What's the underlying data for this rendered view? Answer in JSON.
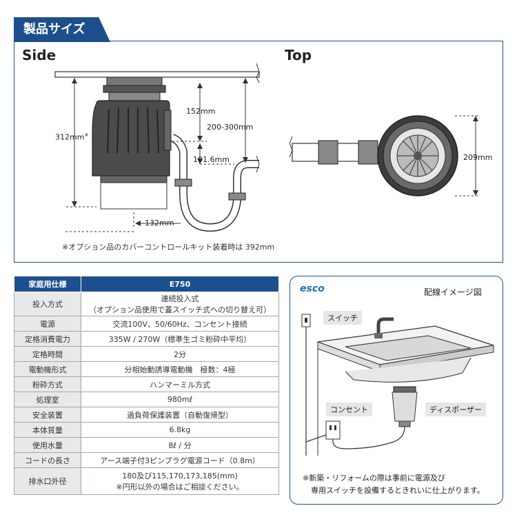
{
  "header": {
    "title": "製品サイズ"
  },
  "diagram": {
    "side_label": "Side",
    "top_label": "Top",
    "dims": {
      "height_312": "312mm",
      "height_312_mark": "※",
      "d_152": "152mm",
      "d_200_300": "200-300mm",
      "d_101_6": "101.6mm",
      "d_132": "132mm",
      "d_209": "209mm"
    },
    "note": "※オプション品のカバーコントロールキット装着時は 392mm"
  },
  "spec": {
    "header_key": "家庭用仕様",
    "header_value": "E750",
    "rows": [
      {
        "key": "投入方式",
        "value": "連続投入式",
        "value2": "（オプション品使用で蓋スイッチ式への切り替え可）"
      },
      {
        "key": "電源",
        "value": "交流100V、50/60Hz、コンセント接続"
      },
      {
        "key": "定格消費電力",
        "value": "335W / 270W（標準生ゴミ粉砕中平均）"
      },
      {
        "key": "定格時間",
        "value": "2分"
      },
      {
        "key": "電動機形式",
        "value": "分相始動誘導電動機　極数：4極"
      },
      {
        "key": "粉砕方式",
        "value": "ハンマーミル方式"
      },
      {
        "key": "処理室",
        "value": "980mℓ"
      },
      {
        "key": "安全装置",
        "value": "過負荷保護装置（自動復帰型）"
      },
      {
        "key": "本体質量",
        "value": "6.8kg"
      },
      {
        "key": "使用水量",
        "value": "8ℓ / 分"
      },
      {
        "key": "コードの長さ",
        "value": "アース端子付3ピンプラグ電源コード（0.8m）"
      },
      {
        "key": "排水口外径",
        "value": "180及び115,170,173,185(mm)",
        "value2": "※円形以外の場合はご相談ください。"
      }
    ]
  },
  "wiring": {
    "brand": "esco",
    "title": "配線イメージ図",
    "labels": {
      "switch": "スイッチ",
      "outlet": "コンセント",
      "disposer": "ディスポーザー"
    },
    "note_line1": "※新築・リフォームの際は事前に電源及び",
    "note_line2": "専用スイッチを設備するときれいに仕上がります。"
  }
}
